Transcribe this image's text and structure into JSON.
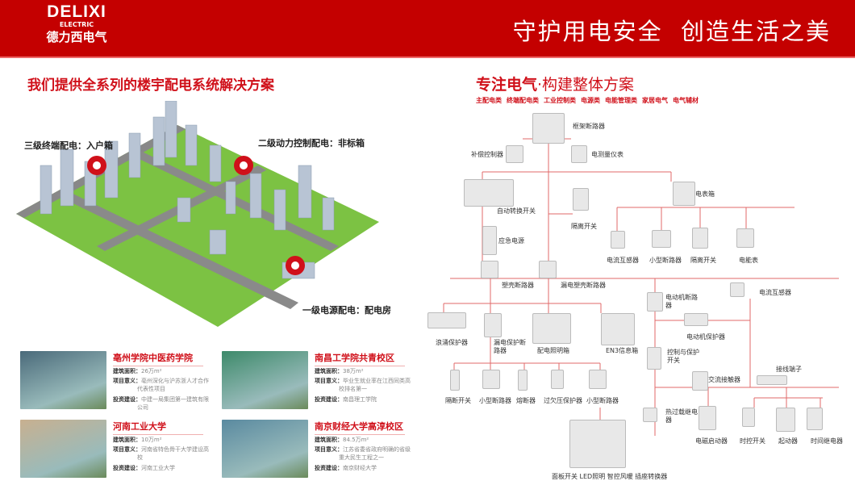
{
  "header": {
    "logo": {
      "brand": "DELIXI",
      "sub": "ELECTRIC",
      "cn": "德力西电气"
    },
    "slogan": "守护用电安全  创造生活之美"
  },
  "left": {
    "title": "我们提供全系列的楼宇配电系统解决方案",
    "labels": [
      "三级终端配电：入户箱",
      "二级动力控制配电：非标箱",
      "一级电源配电：配电房"
    ],
    "projects": [
      {
        "name": "亳州学院中医药学院",
        "area_label": "建筑面积：",
        "area": "26万m²",
        "meaning_label": "项目意义：",
        "meaning": "亳州深化与沪苏浙人才合作代表性项目",
        "investor_label": "投资建设：",
        "investor": "中建一局集团第一建筑有限公司"
      },
      {
        "name": "南昌工学院共青校区",
        "area_label": "建筑面积：",
        "area": "38万m²",
        "meaning_label": "项目意义：",
        "meaning": "毕业生就业率在江西同类高校排名第一",
        "investor_label": "投资建设：",
        "investor": "南昌理工学院"
      },
      {
        "name": "河南工业大学",
        "area_label": "建筑面积：",
        "area": "10万m²",
        "meaning_label": "项目意义：",
        "meaning": "河南省特色骨干大学建设高校",
        "investor_label": "投资建设：",
        "investor": "河南工业大学"
      },
      {
        "name": "南京财经大学高淳校区",
        "area_label": "建筑面积：",
        "area": "84.5万m²",
        "meaning_label": "项目意义：",
        "meaning": "江苏省委省政府明确的省级重大民生工程之一",
        "investor_label": "投资建设：",
        "investor": "南京财经大学"
      }
    ]
  },
  "right": {
    "title_bold": "专注电气",
    "title_rest": "·构建整体方案",
    "categories": [
      "主配电类",
      "终端配电类",
      "工业控制类",
      "电源类",
      "电能管理类",
      "家居电气",
      "电气辅材"
    ],
    "nodes": [
      "框架断路器",
      "补偿控制器",
      "电测量仪表",
      "自动转换开关",
      "隔离开关",
      "电表箱",
      "电流互感器",
      "小型断路器",
      "隔离开关",
      "电能表",
      "应急电源",
      "塑壳断路器",
      "漏电塑壳断路器",
      "浪涌保护器",
      "漏电保护断路器",
      "配电照明箱",
      "EN3信息箱",
      "隔断开关",
      "小型断路器",
      "熔断器",
      "过欠压保护器",
      "小型断路器",
      "面板开关  LED照明  智控风暖  插座转换器",
      "电动机断路器",
      "电流互感器",
      "电动机保护器",
      "控制与保护开关",
      "交流接触器",
      "接线端子",
      "热过载继电器",
      "电磁启动器",
      "时控开关",
      "起动器",
      "时间继电器"
    ]
  },
  "colors": {
    "brand": "#c40000",
    "accent": "#d0101a",
    "line": "#e06a6a"
  }
}
